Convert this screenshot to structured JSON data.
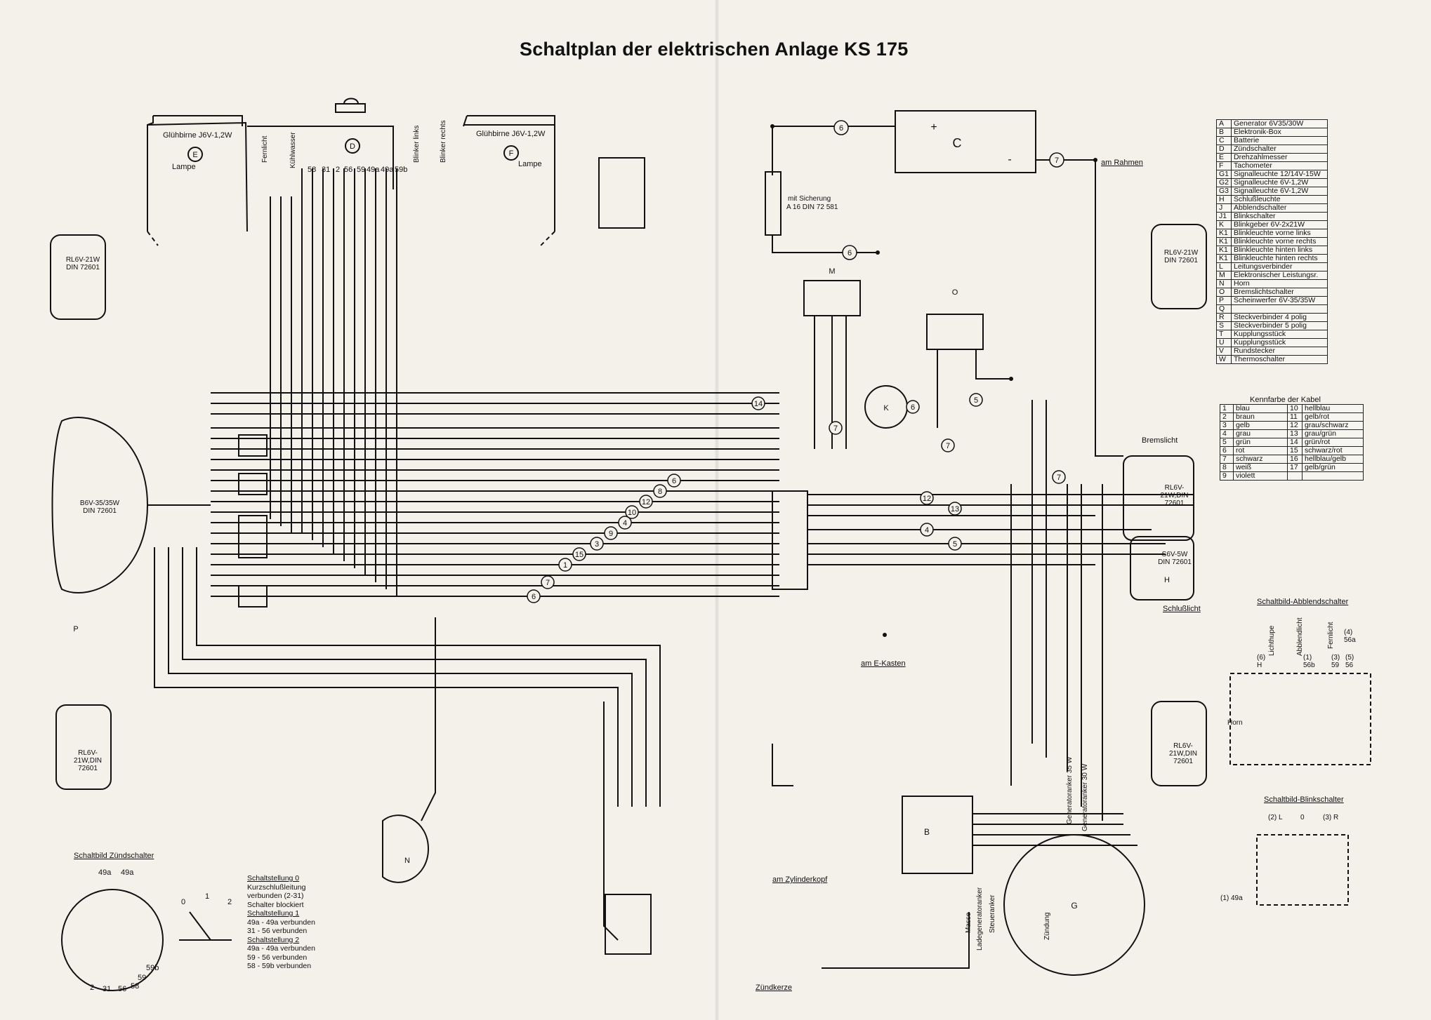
{
  "title": "Schaltplan der elektrischen Anlage KS 175",
  "components": [
    {
      "key": "A",
      "label": "Generator 6V35/30W"
    },
    {
      "key": "B",
      "label": "Elektronik-Box"
    },
    {
      "key": "C",
      "label": "Batterie"
    },
    {
      "key": "D",
      "label": "Zündschalter"
    },
    {
      "key": "E",
      "label": "Drehzahlmesser"
    },
    {
      "key": "F",
      "label": "Tachometer"
    },
    {
      "key": "G1",
      "label": "Signalleuchte 12/14V-15W"
    },
    {
      "key": "G2",
      "label": "Signalleuchte 6V-1,2W"
    },
    {
      "key": "G3",
      "label": "Signalleuchte 6V-1,2W"
    },
    {
      "key": "H",
      "label": "Schlußleuchte"
    },
    {
      "key": "J",
      "label": "Abblendschalter"
    },
    {
      "key": "J1",
      "label": "Blinkschalter"
    },
    {
      "key": "K",
      "label": "Blinkgeber 6V-2x21W"
    },
    {
      "key": "K1",
      "label": "Blinkleuchte vorne links"
    },
    {
      "key": "K1",
      "label": "Blinkleuchte vorne rechts"
    },
    {
      "key": "K1",
      "label": "Blinkleuchte hinten links"
    },
    {
      "key": "K1",
      "label": "Blinkleuchte hinten rechts"
    },
    {
      "key": "L",
      "label": "Leitungsverbinder"
    },
    {
      "key": "M",
      "label": "Elektronischer Leistungsr."
    },
    {
      "key": "N",
      "label": "Horn"
    },
    {
      "key": "O",
      "label": "Bremslichtschalter"
    },
    {
      "key": "P",
      "label": "Scheinwerfer 6V-35/35W"
    },
    {
      "key": "Q",
      "label": ""
    },
    {
      "key": "R",
      "label": "Steckverbinder 4 polig"
    },
    {
      "key": "S",
      "label": "Steckverbinder 5 polig"
    },
    {
      "key": "T",
      "label": "Kupplungsstück"
    },
    {
      "key": "U",
      "label": "Kupplungsstück"
    },
    {
      "key": "V",
      "label": "Rundstecker"
    },
    {
      "key": "W",
      "label": "Thermoschalter"
    }
  ],
  "cable_colors": {
    "header": "Kennfarbe der Kabel",
    "rows": [
      {
        "n1": "1",
        "c1": "blau",
        "n2": "10",
        "c2": "hellblau"
      },
      {
        "n1": "2",
        "c1": "braun",
        "n2": "11",
        "c2": "gelb/rot"
      },
      {
        "n1": "3",
        "c1": "gelb",
        "n2": "12",
        "c2": "grau/schwarz"
      },
      {
        "n1": "4",
        "c1": "grau",
        "n2": "13",
        "c2": "grau/grün"
      },
      {
        "n1": "5",
        "c1": "grün",
        "n2": "14",
        "c2": "grün/rot"
      },
      {
        "n1": "6",
        "c1": "rot",
        "n2": "15",
        "c2": "schwarz/rot"
      },
      {
        "n1": "7",
        "c1": "schwarz",
        "n2": "16",
        "c2": "hellblau/gelb"
      },
      {
        "n1": "8",
        "c1": "weiß",
        "n2": "17",
        "c2": "gelb/grün"
      },
      {
        "n1": "9",
        "c1": "violett",
        "n2": "",
        "c2": ""
      }
    ]
  },
  "labels": {
    "gluehbirne_left": "Glühbirne J6V-1,2W",
    "gluehbirne_right": "Glühbirne J6V-1,2W",
    "lampe_left": "Lampe",
    "lampe_right": "Lampe",
    "fernlicht": "Fernlicht",
    "kuehlwasser": "Kühlwasser",
    "blinker_links": "Blinker links",
    "blinker_rechts": "Blinker rechts",
    "mit_sicherung": "mit Sicherung",
    "sicherung_spec": "A 16 DIN 72 581",
    "am_rahmen": "am Rahmen",
    "am_e_kasten": "am E-Kasten",
    "am_zylinderkopf": "am Zylinderkopf",
    "zuendkerze": "Zündkerze",
    "bremslicht": "Bremslicht",
    "schlusslicht": "Schlußlicht",
    "lamp_k1": "RL6V-21W DIN 72601",
    "lamp_k1_b": "RL6V-21W,DIN 72601",
    "headlamp": "B6V-35/35W DIN 72601",
    "tail_lamp": "RL6V-21W,DIN 72601",
    "tail_lamp2": "S6V-5W DIN 72601",
    "generatoranker_35": "Generatoranker 35 W",
    "generatoranker_30": "Generatoranker 30 W",
    "masse": "Masse",
    "ladegeneratoranker": "Ladegeneratoranker",
    "steueranker": "Steueranker",
    "zuendung": "Zündung"
  },
  "schaltbild_zuendschalter": {
    "title": "Schaltbild Zündschalter",
    "states": [
      {
        "heading": "Schaltstellung 0",
        "lines": [
          "Kurzschlußleitung",
          "verbunden (2-31)",
          "Schalter blockiert"
        ]
      },
      {
        "heading": "Schaltstellung 1",
        "lines": [
          "49a - 49a verbunden",
          "31 - 56 verbunden"
        ]
      },
      {
        "heading": "Schaltstellung 2",
        "lines": [
          "49a - 49a verbunden",
          "59 - 56 verbunden",
          "58 - 59b verbunden"
        ]
      }
    ],
    "pins_top": [
      "49a",
      "49a"
    ],
    "pins_bottom": [
      "2",
      "31",
      "56",
      "58",
      "59",
      "59b"
    ],
    "positions": [
      "0",
      "1",
      "2"
    ]
  },
  "schaltbild_abblendschalter": {
    "title": "Schaltbild-Abblendschalter",
    "labels": [
      "Lichthupe",
      "Abblendlicht",
      "Fernlicht",
      "(4) 56a",
      "(6) H",
      "(1) 56b",
      "(3) 59",
      "(5) 56",
      "Horn"
    ]
  },
  "schaltbild_blinkschalter": {
    "title": "Schaltbild-Blinkschalter",
    "labels": [
      "(2) L",
      "0",
      "(3) R",
      "(1) 49a"
    ]
  },
  "ignition_terminals": [
    "58",
    "31",
    "2",
    "56",
    "59",
    "49a",
    "49a",
    "59b"
  ]
}
